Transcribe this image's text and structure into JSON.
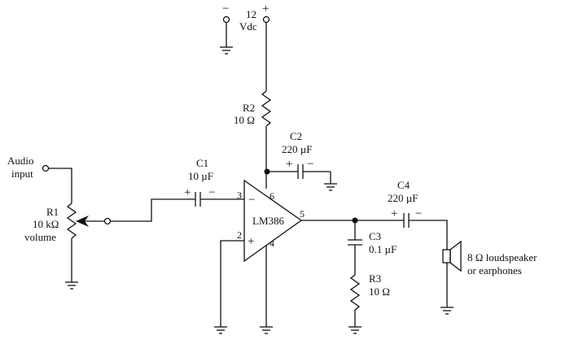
{
  "supply": {
    "minus_sign": "−",
    "plus_sign": "+",
    "voltage_line1": "12",
    "voltage_line2": "Vdc"
  },
  "components": {
    "r1": {
      "ref": "R1",
      "value": "10 kΩ",
      "function": "volume"
    },
    "r2": {
      "ref": "R2",
      "value": "10 Ω"
    },
    "r3": {
      "ref": "R3",
      "value": "10 Ω"
    },
    "c1": {
      "ref": "C1",
      "value": "10 µF",
      "plus": "+",
      "minus": "−"
    },
    "c2": {
      "ref": "C2",
      "value": "220 µF",
      "plus": "+",
      "minus": "−"
    },
    "c3": {
      "ref": "C3",
      "value": "0.1 µF"
    },
    "c4": {
      "ref": "C4",
      "value": "220 µF",
      "plus": "+",
      "minus": "−"
    }
  },
  "ic": {
    "name": "LM386",
    "inverting_sign": "−",
    "noninverting_sign": "+",
    "pins": {
      "p2": "2",
      "p3": "3",
      "p4": "4",
      "p5": "5",
      "p6": "6"
    }
  },
  "input": {
    "line1": "Audio",
    "line2": "input"
  },
  "output": {
    "line1": "8 Ω loudspeaker",
    "line2": "or earphones"
  },
  "colors": {
    "ink": "#111111",
    "background": "#ffffff"
  }
}
